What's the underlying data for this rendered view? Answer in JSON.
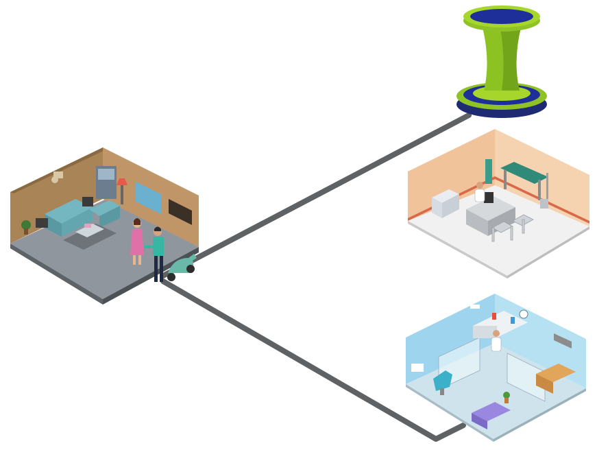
{
  "scene": {
    "nodes": [
      {
        "id": "home",
        "kind": "living-room-with-visitor"
      },
      {
        "id": "hub",
        "kind": "pedestal-hub"
      },
      {
        "id": "clinic",
        "kind": "doctor-consultation-room"
      },
      {
        "id": "lab",
        "kind": "dental-and-lab-clinic"
      }
    ],
    "connections": [
      {
        "from": "home",
        "to": "hub"
      },
      {
        "from": "home",
        "to": "lab"
      }
    ],
    "colors": {
      "connector": "#5f6265",
      "hub_green": "#a6d62c",
      "hub_blue": "#1f2f9a",
      "home_wall": "#b08a5a",
      "clinic_wall": "#f1c79f",
      "lab_wall": "#a9daf0"
    }
  }
}
